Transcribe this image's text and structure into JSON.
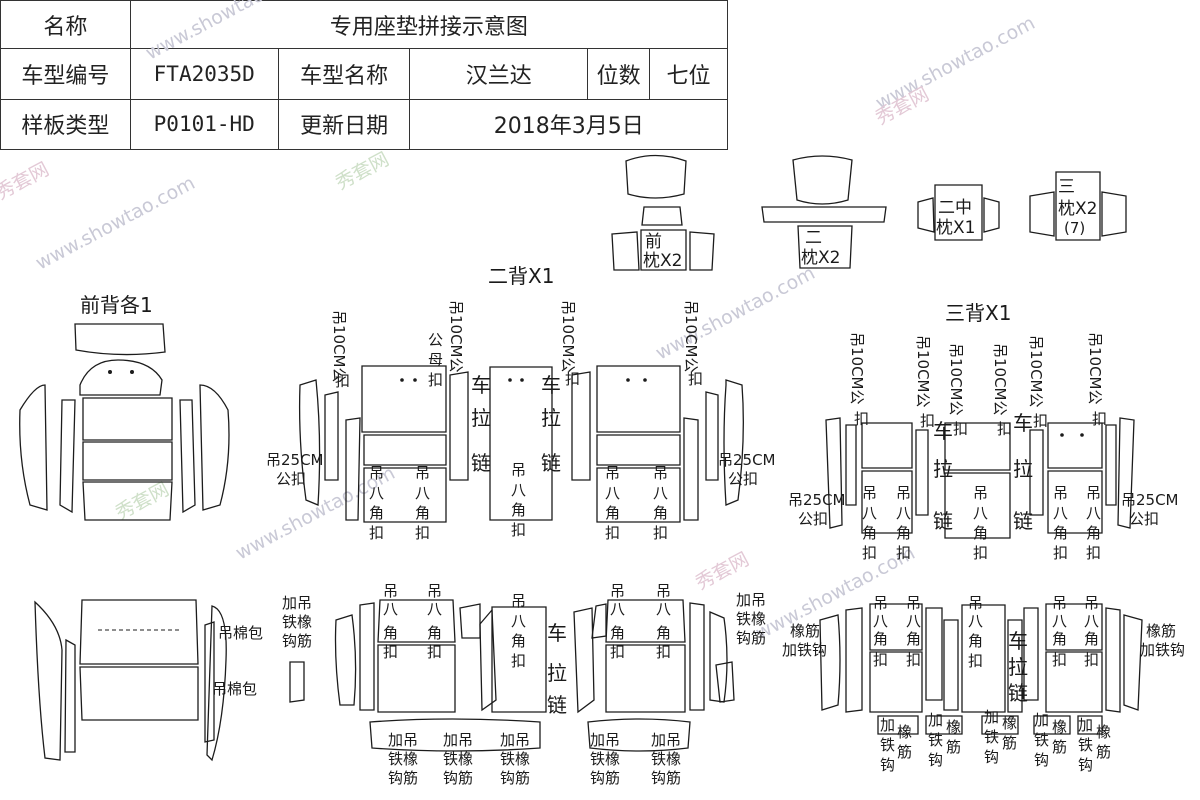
{
  "header": {
    "r1": {
      "k": "名称",
      "v": "专用座垫拼接示意图"
    },
    "r2": {
      "k1": "车型编号",
      "v1": "FTA2035D",
      "k2": "车型名称",
      "v2": "汉兰达",
      "k3": "位数",
      "v3": "七位"
    },
    "r3": {
      "k1": "样板类型",
      "v1": "P0101-HD",
      "k2": "更新日期",
      "v2": "2018年3月5日"
    }
  },
  "titles": {
    "front_back": "前背各1",
    "second_back": "二背X1",
    "third_back": "三背X1",
    "front_pillow_a": "前",
    "front_pillow_b": "枕X2",
    "second_pillow_a": "二",
    "second_pillow_b": "枕X2",
    "second_mid_a": "二中",
    "second_mid_b": "枕X1",
    "third_pillow_a": "三",
    "third_pillow_b": "枕X2",
    "third_pillow_c": "(7)"
  },
  "labels": {
    "hang10m": "吊10CM公扣",
    "hang10m_mid": "吊10CM公",
    "gong": "公",
    "mu": "母",
    "kou": "扣",
    "hang25_a": "吊25CM",
    "hang25_b": "公扣",
    "c_diao": "吊",
    "c_ba": "八",
    "c_jiao": "角",
    "c_che": "车",
    "c_la": "拉",
    "c_lian": "链",
    "cotton": "吊棉包",
    "jia_diao": "加吊",
    "tie_xiang": "铁橡",
    "gou_jin": "钩筋",
    "c_jia": "加",
    "c_xiang": "橡",
    "c_tie": "铁",
    "c_jin": "筋",
    "c_gou": "钩",
    "xiang_jin": "橡筋",
    "jia_tie_gou": "加铁钩"
  },
  "watermark": {
    "site": "www.showtao.com",
    "brand": "秀套网"
  }
}
